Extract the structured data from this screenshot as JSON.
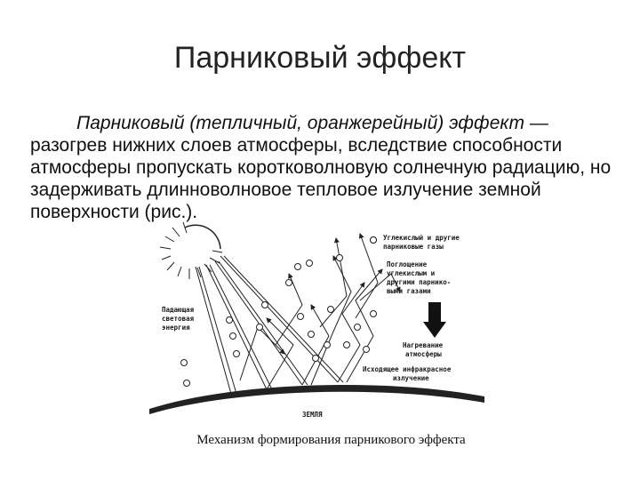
{
  "slide": {
    "title": "Парниковый эффект",
    "paragraph": {
      "term": "Парниковый (тепличный, оранжерейный) эффект",
      "dash": " — ",
      "definition": "разогрев нижних слоев атмосферы, вследствие способности атмосферы пропускать коротковолновую солнечную радиацию, но задерживать длинноволновое тепловое излучение земной поверхности (рис.)."
    },
    "figure": {
      "labels": {
        "gases_line1": "Углекислый и другие",
        "gases_line2": "парниковые газы",
        "absorption_line1": "Поглощение",
        "absorption_line2": "углекислым и",
        "absorption_line3": "другими парнико-",
        "absorption_line4": "выми газами",
        "heating_line1": "Нагревание",
        "heating_line2": "атмосферы",
        "infrared_line1": "Исходящее инфракрасное",
        "infrared_line2": "излучение",
        "incoming_line1": "Падающая",
        "incoming_line2": "световая",
        "incoming_line3": "энергия",
        "earth": "ЗЕМЛЯ"
      }
    },
    "caption": "Механизм формирования парникового эффекта"
  }
}
